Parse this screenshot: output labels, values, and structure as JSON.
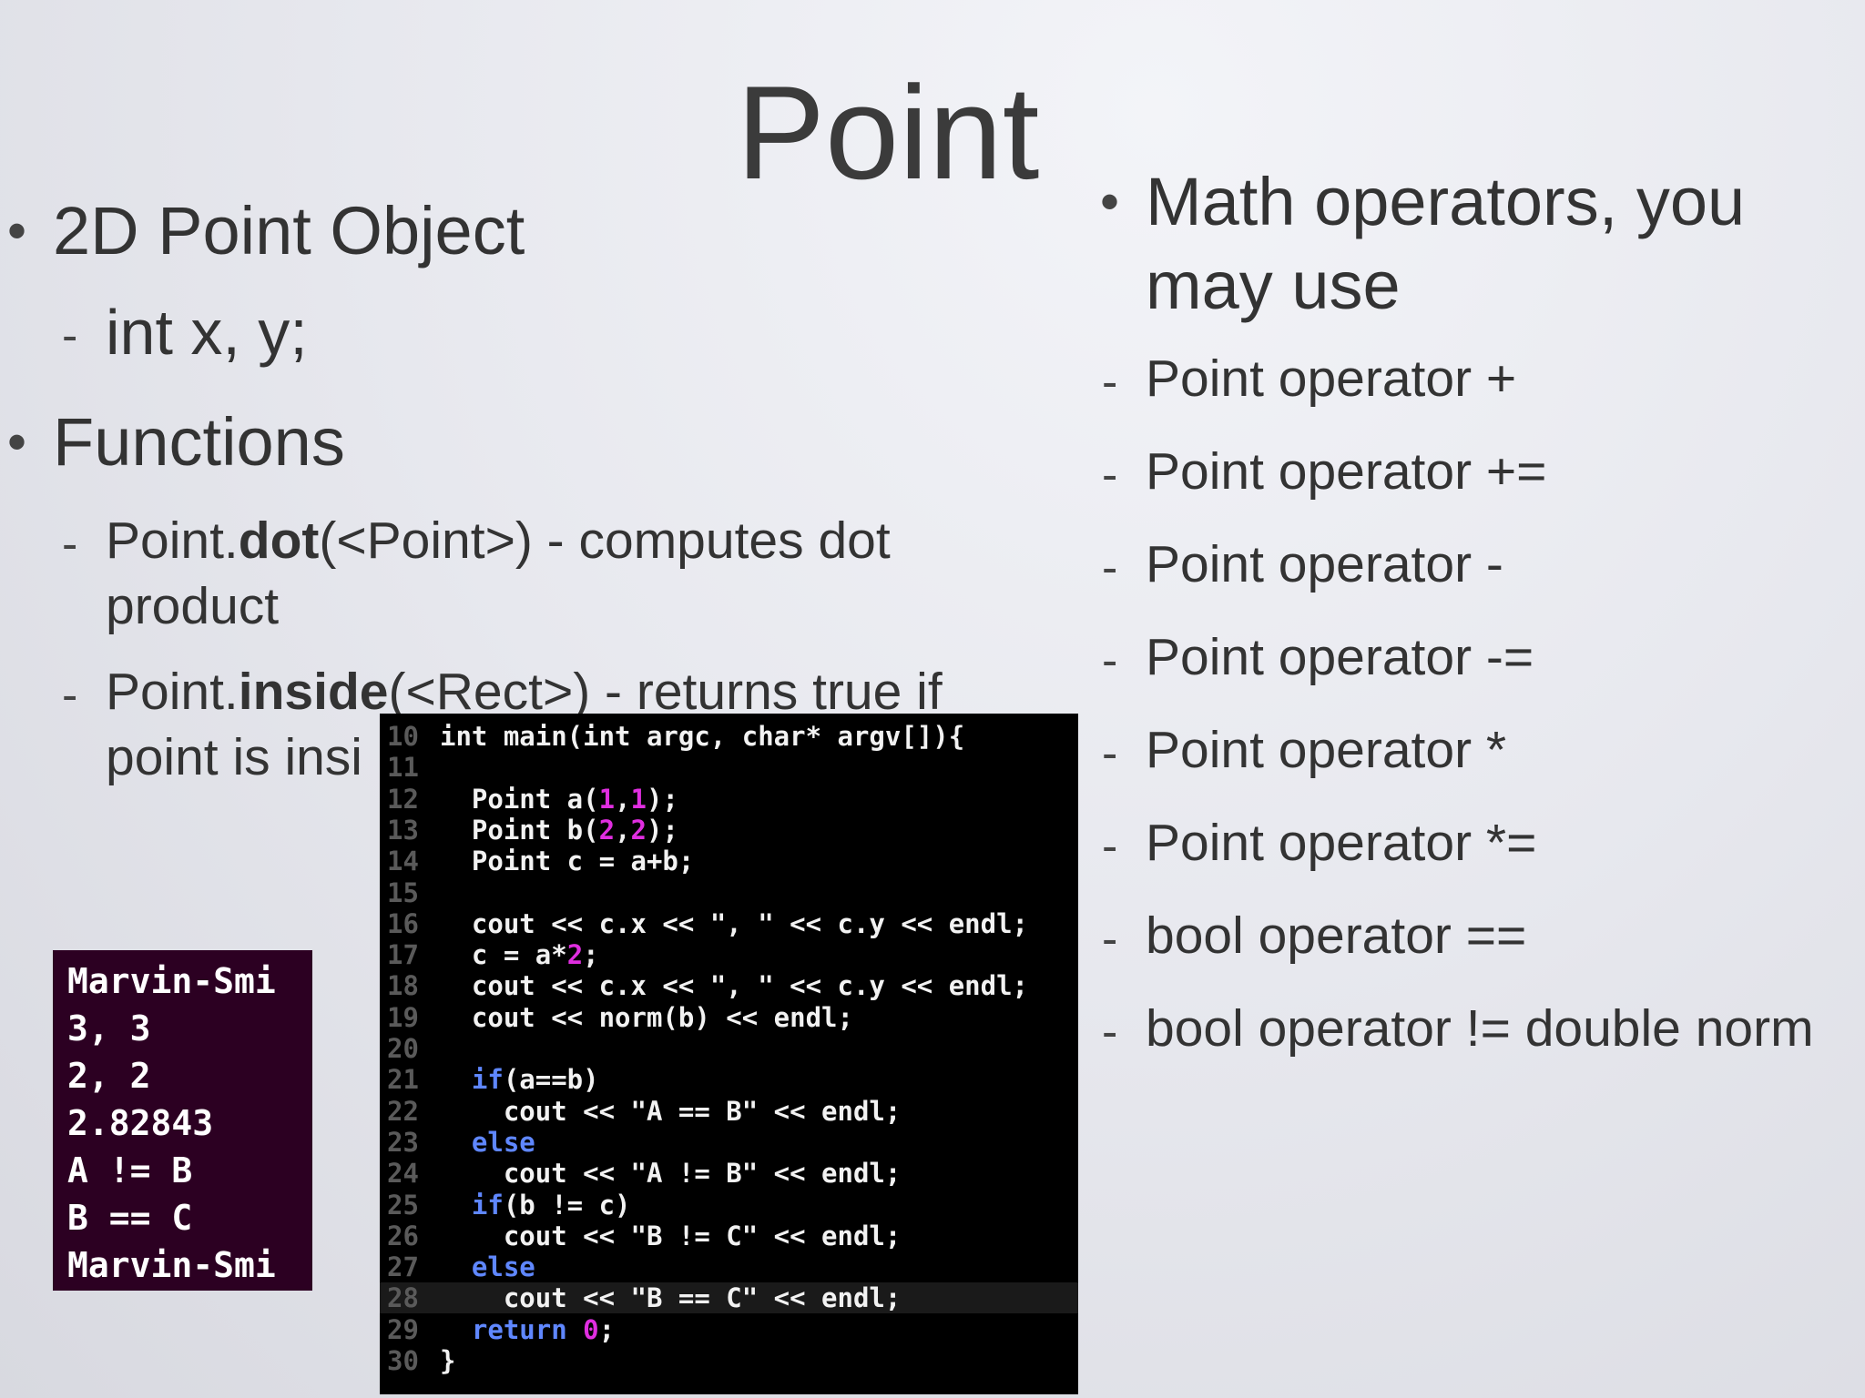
{
  "slide": {
    "title": "Point",
    "left_column": [
      {
        "level": 1,
        "marker": "•",
        "text": "2D Point Object"
      },
      {
        "level": 2,
        "marker": "-",
        "text": "int x, y;"
      },
      {
        "level": 1,
        "marker": "•",
        "text": "Functions"
      },
      {
        "level": 2,
        "marker": "-",
        "prefix": "Point.",
        "bold": "dot",
        "suffix": "(<Point>) - computes dot product"
      },
      {
        "level": 2,
        "marker": "-",
        "prefix": "Point.",
        "bold": "inside",
        "suffix": "(<Rect>) - returns true if point is insi"
      }
    ],
    "right_column": [
      {
        "level": 1,
        "marker": "•",
        "text": "Math operators, you may use"
      },
      {
        "level": 2,
        "marker": "-",
        "text": "Point operator +"
      },
      {
        "level": 2,
        "marker": "-",
        "text": "Point operator +="
      },
      {
        "level": 2,
        "marker": "-",
        "text": "Point operator -"
      },
      {
        "level": 2,
        "marker": "-",
        "text": "Point operator -="
      },
      {
        "level": 2,
        "marker": "-",
        "text": "Point operator *"
      },
      {
        "level": 2,
        "marker": "-",
        "text": "Point operator *="
      },
      {
        "level": 2,
        "marker": "-",
        "text": "bool operator =="
      },
      {
        "level": 2,
        "marker": "-",
        "text": "bool operator != double norm"
      }
    ]
  },
  "code_editor": {
    "current_line": "28",
    "lines": [
      {
        "n": "10",
        "code": "int main(int argc, char* argv[]){"
      },
      {
        "n": "11",
        "code": ""
      },
      {
        "n": "12",
        "code": "  Point a(1,1);"
      },
      {
        "n": "13",
        "code": "  Point b(2,2);"
      },
      {
        "n": "14",
        "code": "  Point c = a+b;"
      },
      {
        "n": "15",
        "code": ""
      },
      {
        "n": "16",
        "code": "  cout << c.x << \", \" << c.y << endl;"
      },
      {
        "n": "17",
        "code": "  c = a*2;"
      },
      {
        "n": "18",
        "code": "  cout << c.x << \", \" << c.y << endl;"
      },
      {
        "n": "19",
        "code": "  cout << norm(b) << endl;"
      },
      {
        "n": "20",
        "code": ""
      },
      {
        "n": "21",
        "code": "  if(a==b)"
      },
      {
        "n": "22",
        "code": "    cout << \"A == B\" << endl;"
      },
      {
        "n": "23",
        "code": "  else"
      },
      {
        "n": "24",
        "code": "    cout << \"A != B\" << endl;"
      },
      {
        "n": "25",
        "code": "  if(b != c)"
      },
      {
        "n": "26",
        "code": "    cout << \"B != C\" << endl;"
      },
      {
        "n": "27",
        "code": "  else"
      },
      {
        "n": "28",
        "code": "    cout << \"B == C\" << endl;"
      },
      {
        "n": "29",
        "code": "  return 0;"
      },
      {
        "n": "30",
        "code": "}"
      }
    ]
  },
  "terminal": {
    "lines": [
      "Marvin-Smi",
      "3, 3",
      "2, 2",
      "2.82843",
      "A != B",
      "B == C",
      "Marvin-Smi"
    ]
  },
  "colors": {
    "number": "#e02ee0",
    "keyword": "#5f87ff",
    "terminal_bg": "#2c0022",
    "editor_bg": "#000000"
  }
}
